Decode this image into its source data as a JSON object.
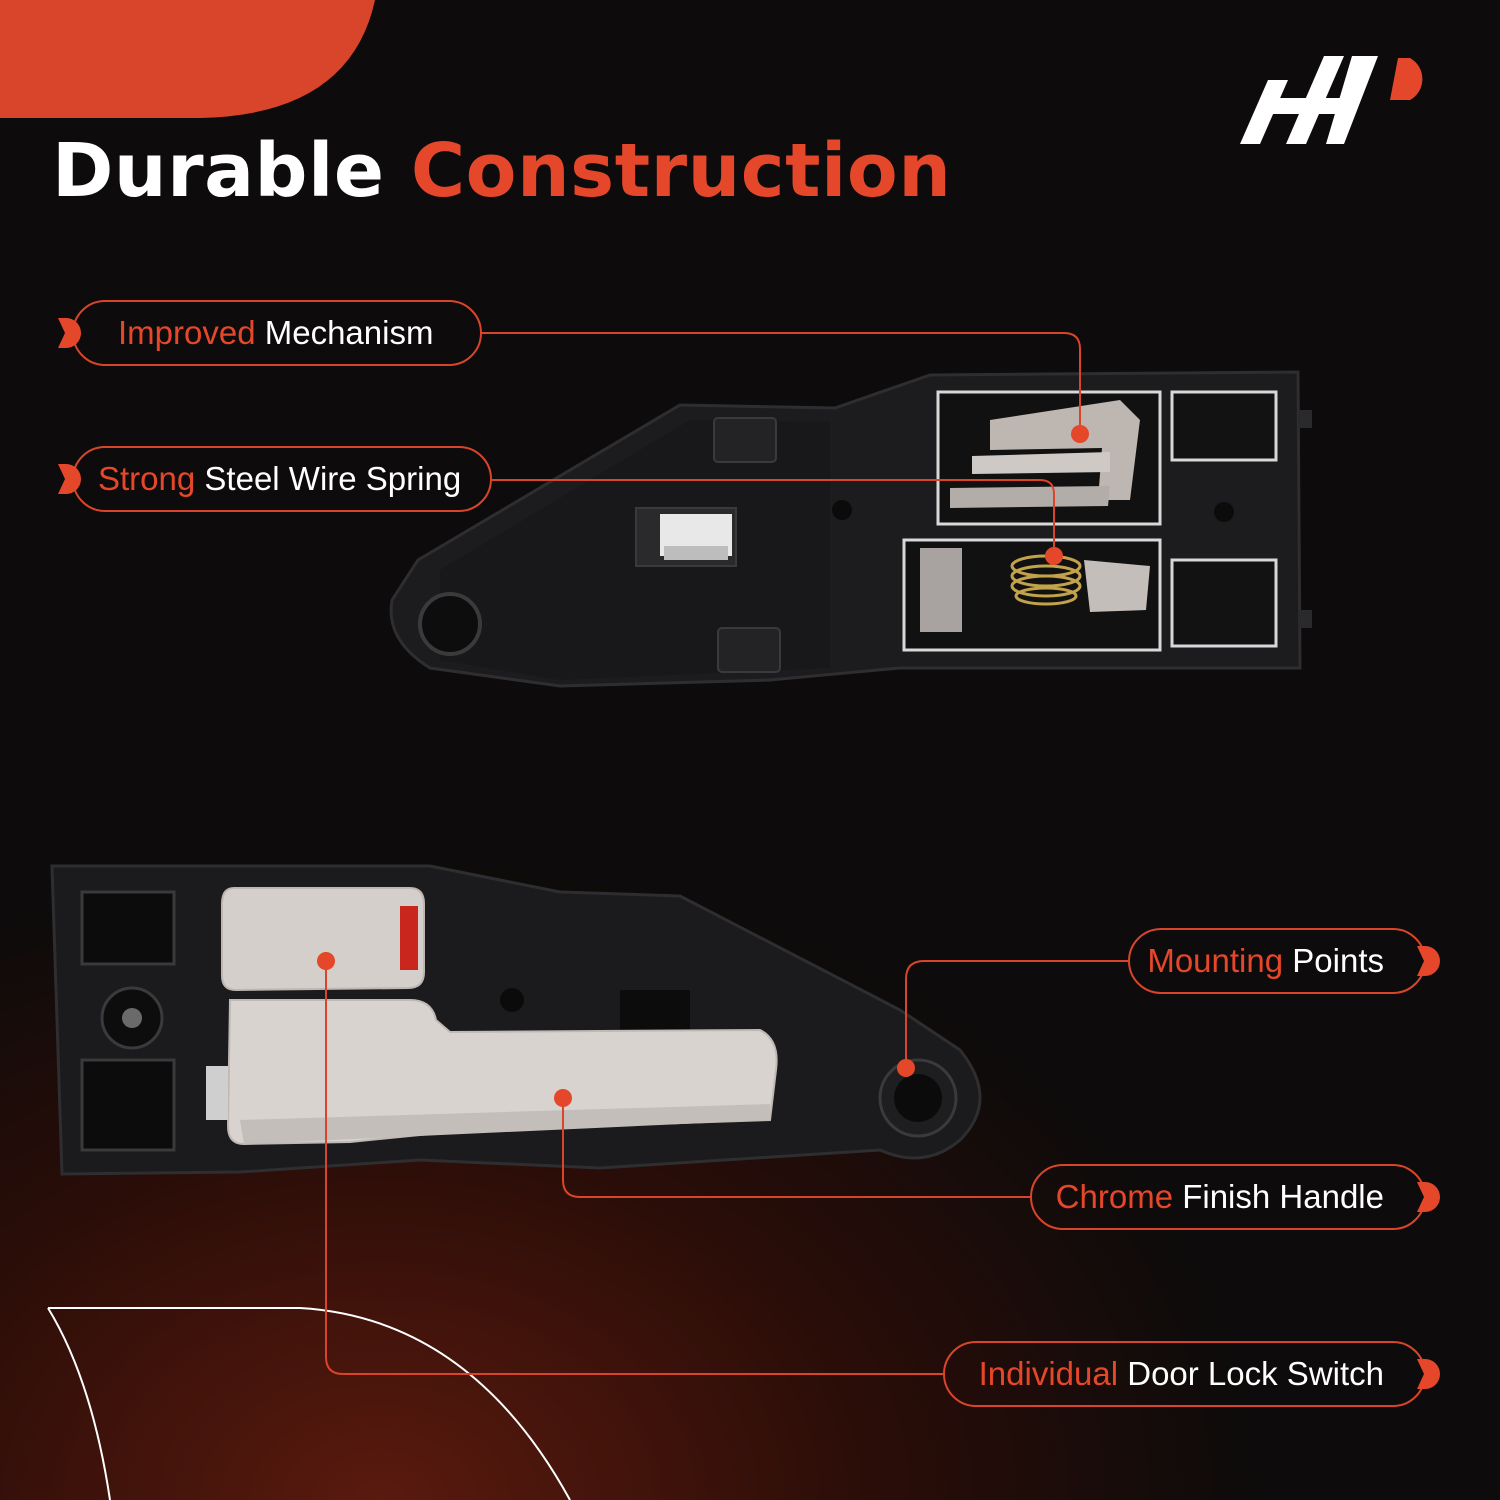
{
  "title": {
    "word1": "Durable",
    "word2": "Construction"
  },
  "brand": {
    "logo_icon": "a-premium-logo-icon"
  },
  "colors": {
    "accent": "#e5472a",
    "text": "#ffffff",
    "background": "#0b0b0b"
  },
  "callouts": {
    "improved_mechanism": {
      "highlight": "Improved",
      "rest": "Mechanism"
    },
    "steel_wire_spring": {
      "highlight": "Strong",
      "rest": "Steel Wire Spring"
    },
    "mounting_points": {
      "highlight": "Mounting",
      "rest": "Points"
    },
    "chrome_finish_handle": {
      "highlight": "Chrome",
      "rest": "Finish Handle"
    },
    "door_lock_switch": {
      "highlight": "Individual",
      "rest": "Door Lock Switch"
    }
  }
}
